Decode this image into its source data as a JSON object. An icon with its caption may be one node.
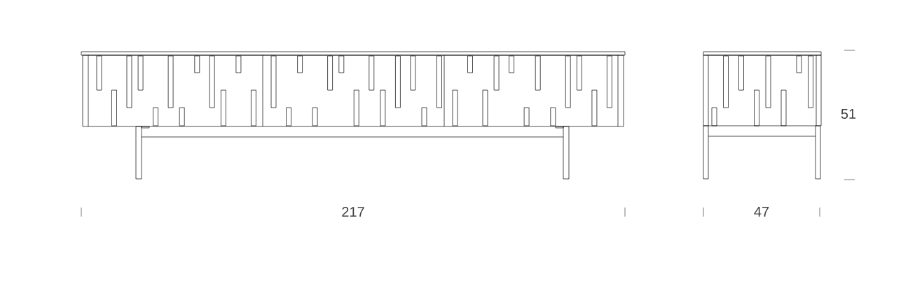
{
  "diagram": {
    "labels": [
      "51",
      "217",
      "47"
    ]
  }
}
